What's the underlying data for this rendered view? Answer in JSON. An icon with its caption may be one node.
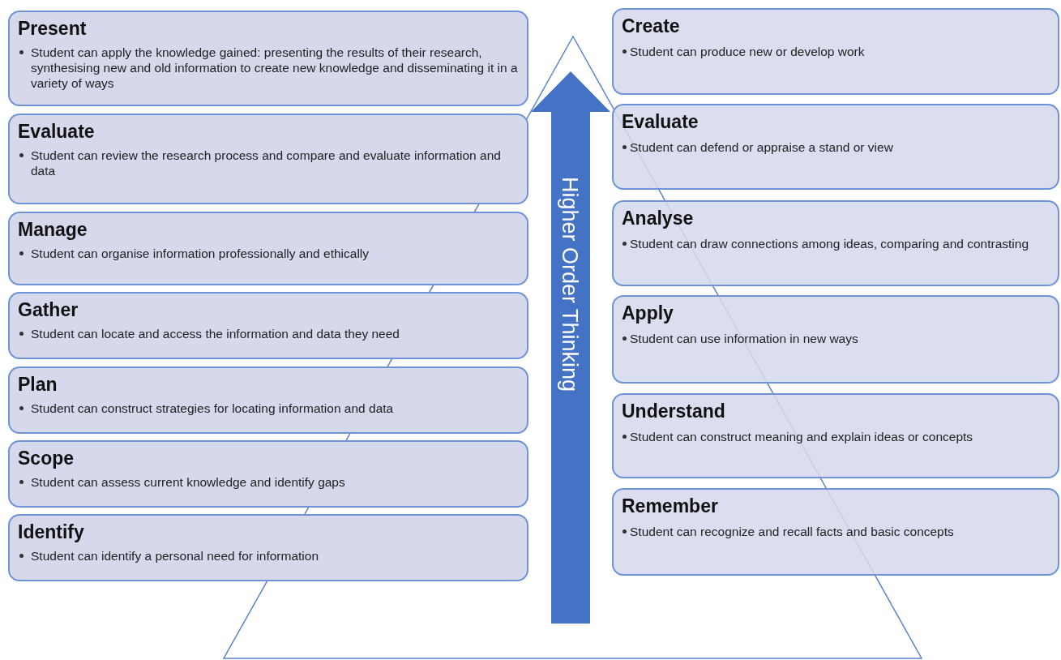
{
  "diagram": {
    "nodes": [
      {
        "text": [
          "Present",
          "Student can apply the knowledge gained: presenting the results of their research, synthesising new and old information to create new knowledge and disseminating it in a variety of ways"
        ]
      },
      {
        "text": [
          "Evaluate",
          "Student can review the research process and compare and evaluate information and data"
        ]
      },
      {
        "text": [
          "Manage",
          "Student can organise information professionally and ethically"
        ]
      },
      {
        "text": [
          "Gather",
          "Student can locate and access the information and data they need"
        ]
      },
      {
        "text": [
          "Plan",
          "Student can construct strategies for locating information and data"
        ]
      },
      {
        "text": [
          "Scope",
          "Student can assess current knowledge and identify gaps"
        ]
      },
      {
        "text": [
          "Identify",
          "Student can identify a personal need for information"
        ]
      },
      {
        "text": [
          "Higher Order Thinking"
        ]
      },
      {
        "text": [
          "Create",
          "Student can produce new or develop work"
        ]
      },
      {
        "text": [
          "Evaluate",
          "Student can defend or appraise a stand or view"
        ]
      },
      {
        "text": [
          "Analyse",
          "Student can draw connections among ideas, comparing and contrasting"
        ]
      },
      {
        "text": [
          "Apply",
          "Student can use information in new ways"
        ]
      },
      {
        "text": [
          "Understand",
          "Student can construct meaning and explain ideas or concepts"
        ]
      },
      {
        "text": [
          "Remember",
          "Student can recognize and recall facts and basic concepts"
        ]
      }
    ]
  }
}
